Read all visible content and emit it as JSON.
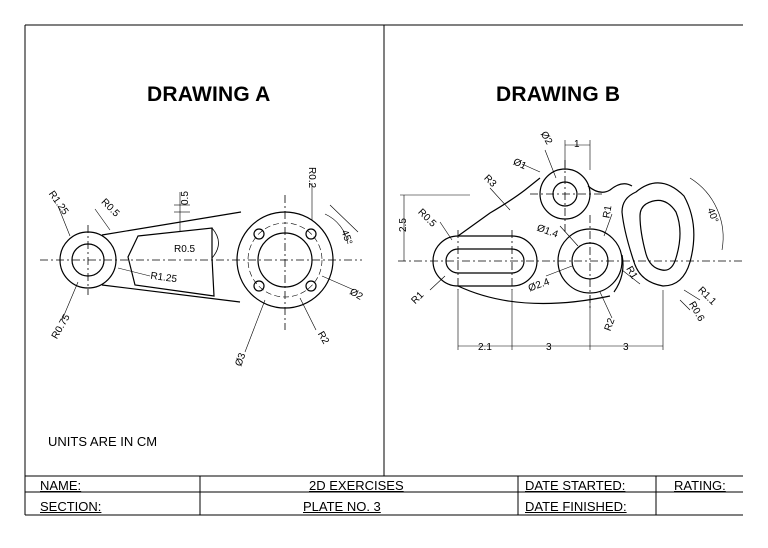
{
  "drawings": {
    "a": {
      "title": "DRAWING A"
    },
    "b": {
      "title": "DRAWING B"
    }
  },
  "notes": {
    "units": "UNITS ARE IN CM"
  },
  "title_block": {
    "name": "NAME:",
    "section": "SECTION:",
    "exercise": "2D EXERCISES",
    "plate": "PLATE NO. 3",
    "date_started": "DATE STARTED:",
    "date_finished": "DATE FINISHED:",
    "rating": "RATING:"
  },
  "dimensions_a": {
    "r1_25_left": "R1.25",
    "r0_5_top": "R0.5",
    "gap": "0.5",
    "r0_5_slot": "R0.5",
    "r0_2": "R0.2",
    "angle": "45°",
    "r1_25_mid": "R1.25",
    "r0_75": "R0.75",
    "d3": "Ø3",
    "r2": "R2",
    "d2": "Ø2"
  },
  "dimensions_b": {
    "d2": "Ø2",
    "w1": "1",
    "d1": "Ø1",
    "r3": "R3",
    "h2_5": "2.5",
    "r0_5": "R0.5",
    "d1_4": "Ø1.4",
    "r1_top": "R1",
    "angle": "40°",
    "d2_4": "Ø2.4",
    "r1_left": "R1",
    "r1_mid": "R1",
    "r1_1": "R1.1",
    "r0_6": "R0.6",
    "r2": "R2",
    "w2_1": "2.1",
    "w3a": "3",
    "w3b": "3"
  }
}
